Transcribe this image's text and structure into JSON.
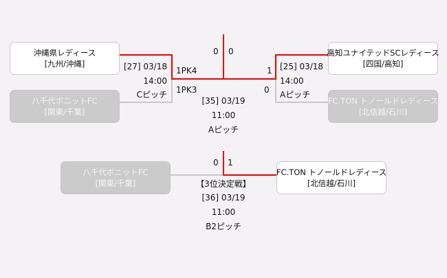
{
  "semifinal_left": {
    "team1": {
      "name": "沖縄県レディース",
      "region": "[九州/沖縄]",
      "winner": true
    },
    "team2": {
      "name": "八千代ボニットFC",
      "region": "[関東/千葉]",
      "winner": false
    },
    "match": {
      "number_date": "[27] 03/18",
      "time": "14:00",
      "pitch": "Cピッチ"
    }
  },
  "semifinal_right": {
    "team1": {
      "name": "高知ユナイテッドSCレディース",
      "region": "[四国/高知]",
      "winner": true
    },
    "team2": {
      "name": "FC.TON トノールドレディース",
      "region": "[北信越/石川]",
      "winner": false
    },
    "match": {
      "number_date": "[25] 03/18",
      "time": "14:00",
      "pitch": "Aピッチ"
    }
  },
  "final": {
    "score_left": "0",
    "score_right": "0",
    "pk_left_top": "1PK4",
    "pk_left_bottom": "1PK3",
    "score_right_top": "1",
    "score_right_bottom": "0",
    "match": {
      "number_date": "[35] 03/19",
      "time": "11:00",
      "pitch": "Aピッチ"
    }
  },
  "third_place": {
    "title": "【3位決定戦】",
    "team1": {
      "name": "八千代ボニットFC",
      "region": "[関東/千葉]",
      "winner": false
    },
    "team2": {
      "name": "FC.TON トノールドレディース",
      "region": "[北信越/石川]",
      "winner": true
    },
    "score_left": "0",
    "score_right": "1",
    "match": {
      "number_date": "[36] 03/19",
      "time": "11:00",
      "pitch": "B2ピッチ"
    }
  },
  "colors": {
    "winner_line": "#ee0000",
    "loser_line": "#c8c8c8",
    "background": "#f4f2f5"
  }
}
